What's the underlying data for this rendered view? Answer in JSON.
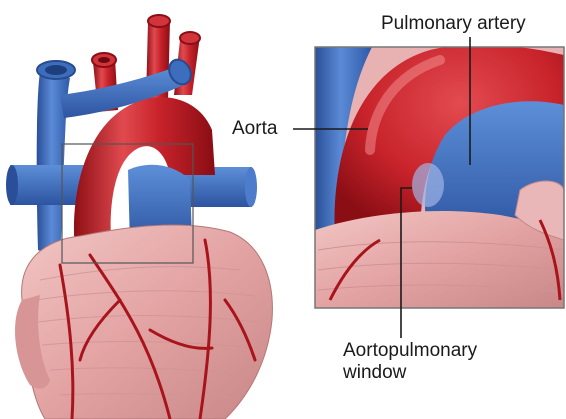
{
  "labels": {
    "pulmonary_artery": "Pulmonary artery",
    "aorta": "Aorta",
    "aortopulmonary_window_line1": "Aortopulmonary",
    "aortopulmonary_window_line2": "window"
  },
  "colors": {
    "artery_red": "#c8232b",
    "vein_blue": "#3f72c4",
    "heart_pink": "#e6a8a8",
    "vessel_dark_red": "#a8141c",
    "frame_gray": "#888888"
  }
}
